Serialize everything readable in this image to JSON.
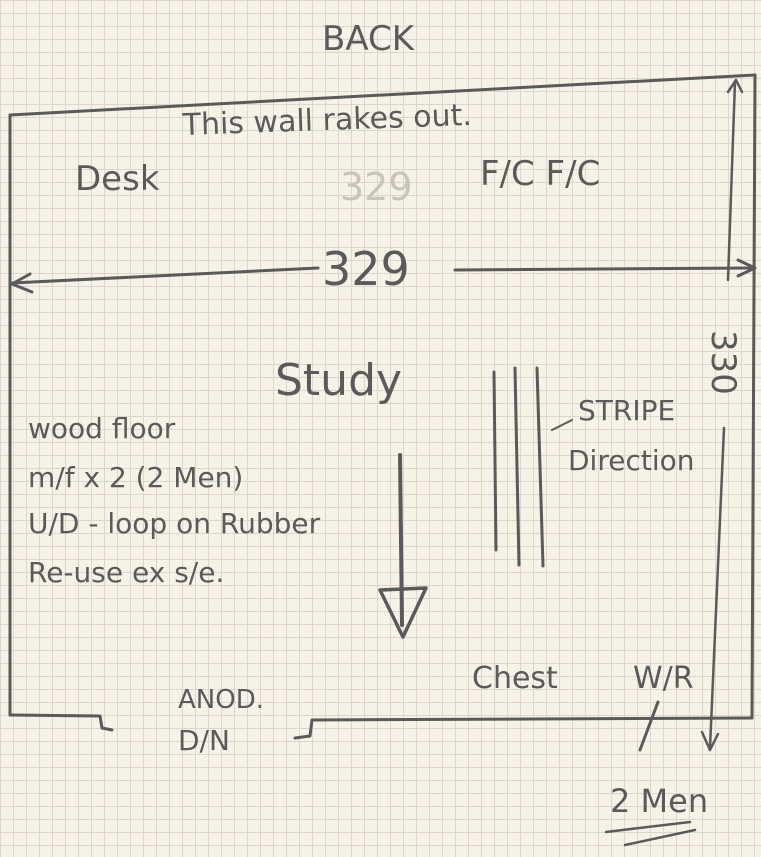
{
  "labels": {
    "back": "BACK",
    "wall_note": "This wall rakes out.",
    "desk": "Desk",
    "faint_dimension": "329",
    "fc_fc": "F/C F/C",
    "width_dimension": "329",
    "depth_dimension": "330",
    "room_name": "Study",
    "stripe_direction_1": "STRIPE",
    "stripe_direction_2": "Direction",
    "notes": [
      "wood floor",
      "m/f x 2 (2 Men)",
      "U/D - loop on Rubber",
      "Re-use ex s/e."
    ],
    "chest": "Chest",
    "wardrobe": "W/R",
    "door_1": "ANOD.",
    "door_2": "D/N",
    "crew": "2 Men"
  },
  "colors": {
    "paper": "#f7f2e6",
    "grid": "#dcd6cf",
    "pencil": "#5a5a5a"
  }
}
